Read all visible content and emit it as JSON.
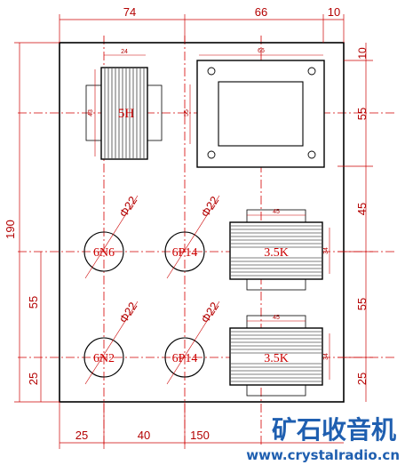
{
  "dimensions": {
    "top": [
      "74",
      "66",
      "10"
    ],
    "left_total": "190",
    "left_lower": [
      "55",
      "25"
    ],
    "right": [
      "10",
      "55",
      "45",
      "55",
      "25"
    ],
    "bottom": [
      "25",
      "40",
      "150"
    ],
    "transformer_width": "66",
    "choke_width": "24",
    "choke_height": "43",
    "transformer_window_height": "55",
    "output_width": "45",
    "output_height": "34"
  },
  "labels": {
    "choke": "5H",
    "tube1": "6N6",
    "tube2": "6P14",
    "tube3": "6N2",
    "tube4": "6P14",
    "output_upper": "3.5K",
    "output_lower": "3.5K",
    "socket_dia": [
      "Φ22",
      "Φ22",
      "Φ22",
      "Φ22"
    ]
  },
  "watermark": {
    "title": "矿石收音机",
    "url": "www.crystalradio.cn"
  },
  "colors": {
    "dimension": "#cc0000",
    "outline": "#000000",
    "watermark": "#1f5fb0"
  }
}
